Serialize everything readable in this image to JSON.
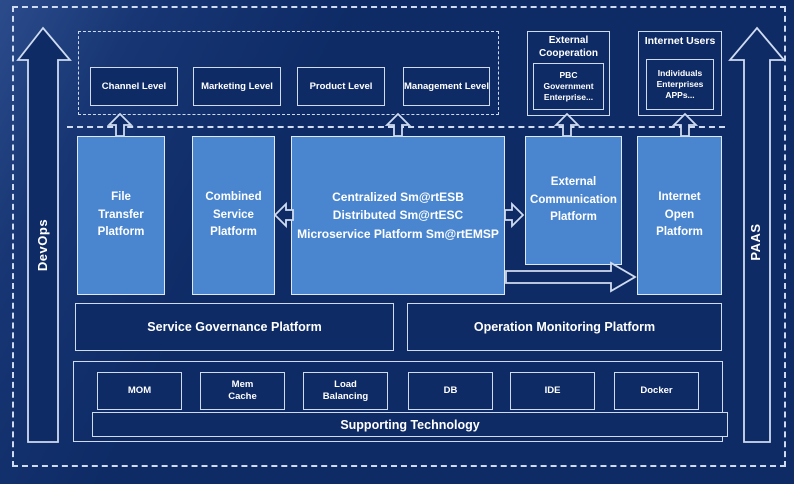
{
  "colors": {
    "background": "#0e2b66",
    "platform_fill": "#4a86cf",
    "line_light": "#cfdcf0",
    "text": "#ffffff"
  },
  "rails": {
    "left_label": "DevOps",
    "right_label": "PAAS"
  },
  "top": {
    "levels": [
      "Channel Level",
      "Marketing Level",
      "Product Level",
      "Management Level"
    ],
    "external_cooperation": {
      "title": "External\nCooperation",
      "items": "PBC Government\nEnterprise..."
    },
    "internet_users": {
      "title": "Internet Users",
      "items": "Individuals\nEnterprises\nAPPs..."
    }
  },
  "platforms": [
    {
      "label": "File\nTransfer\nPlatform"
    },
    {
      "label": "Combined\nService\nPlatform"
    },
    {
      "label": "Centralized Sm@rtESB\nDistributed Sm@rtESC\nMicroservice Platform Sm@rtEMSP"
    },
    {
      "label": "External\nCommunication\nPlatform"
    },
    {
      "label": "Internet\nOpen\nPlatform"
    }
  ],
  "governance": {
    "service": "Service Governance Platform",
    "operation": "Operation Monitoring Platform"
  },
  "supporting": {
    "title": "Supporting Technology",
    "items": [
      "MOM",
      "Mem\nCache",
      "Load\nBalancing",
      "DB",
      "IDE",
      "Docker"
    ]
  }
}
